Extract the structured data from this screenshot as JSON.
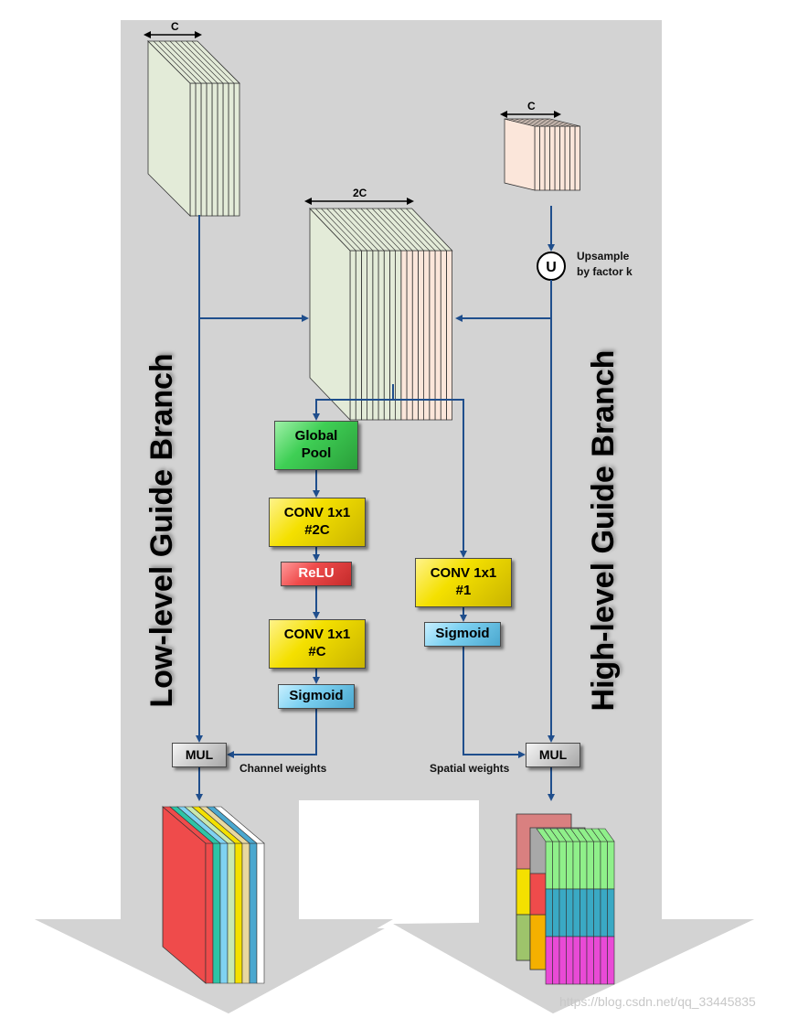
{
  "dimensions": {
    "low_c": "C",
    "high_c": "C",
    "concat": "2C"
  },
  "upsample": {
    "symbol": "U",
    "label": "Upsample\nby factor k"
  },
  "blocks": {
    "global_pool": "Global\nPool",
    "conv_2c": "CONV 1x1\n#2C",
    "relu": "ReLU",
    "conv_c": "CONV 1x1\n#C",
    "sigmoid_channel": "Sigmoid",
    "conv_1": "CONV 1x1\n#1",
    "sigmoid_spatial": "Sigmoid",
    "mul_left": "MUL",
    "mul_right": "MUL"
  },
  "labels": {
    "channel_weights": "Channel weights",
    "spatial_weights": "Spatial weights"
  },
  "branches": {
    "low": "Low-level Guide Branch",
    "high": "High-level Guide Branch"
  },
  "colors": {
    "background_arrow": "#d3d3d3",
    "line": "#1f4e8c",
    "low_feature": "#e3ebd8",
    "high_feature": "#fbe6da",
    "global_pool": "#3fcf55",
    "conv": "#f4e000",
    "relu": "#ef4b4b",
    "sigmoid": "#7fd2f2",
    "mul": "#d5d5d5"
  },
  "watermark": "https://blog.csdn.net/qq_33445835"
}
